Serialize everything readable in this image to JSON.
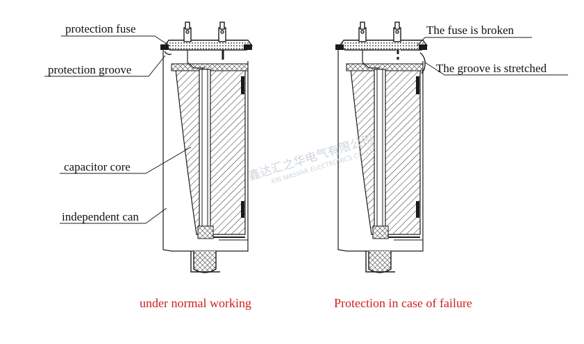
{
  "colors": {
    "line": "#1a1a1a",
    "caption": "#cc1f1f",
    "watermark": "#c8d0d8"
  },
  "left_diagram": {
    "labels": {
      "protection_fuse": "protection fuse",
      "protection_groove": "protection groove",
      "capacitor_core": "capacitor core",
      "independent_can": "independent can"
    },
    "caption": "under normal working"
  },
  "right_diagram": {
    "labels": {
      "fuse_broken": "The fuse is broken",
      "groove_stretched": "The groove is stretched"
    },
    "caption": "Protection in case of failure"
  },
  "watermark": {
    "chinese": "鑫达汇之华电气有限公司",
    "english": "XIN WASVAR ELECTRONICS CO.,LTD"
  }
}
